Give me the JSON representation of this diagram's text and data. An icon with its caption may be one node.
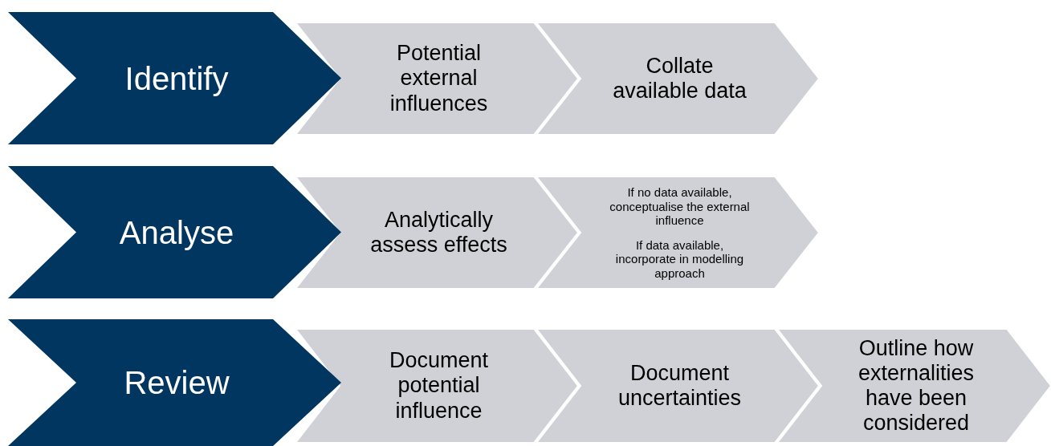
{
  "diagram": {
    "nodes": [
      {
        "text": [
          "Identify"
        ]
      },
      {
        "text": [
          "Potential external influences"
        ]
      },
      {
        "text": [
          "Collate available data"
        ]
      },
      {
        "text": [
          "Analyse"
        ]
      },
      {
        "text": [
          "Analytically assess effects"
        ]
      },
      {
        "text": [
          "If no data available, conceptualise the external influence",
          "If data available, incorporate in modelling approach"
        ]
      },
      {
        "text": [
          "Review"
        ]
      },
      {
        "text": [
          "Document potential influence"
        ]
      },
      {
        "text": [
          "Document uncertainties"
        ]
      },
      {
        "text": [
          "Outline how externalities have been considered"
        ]
      }
    ]
  }
}
